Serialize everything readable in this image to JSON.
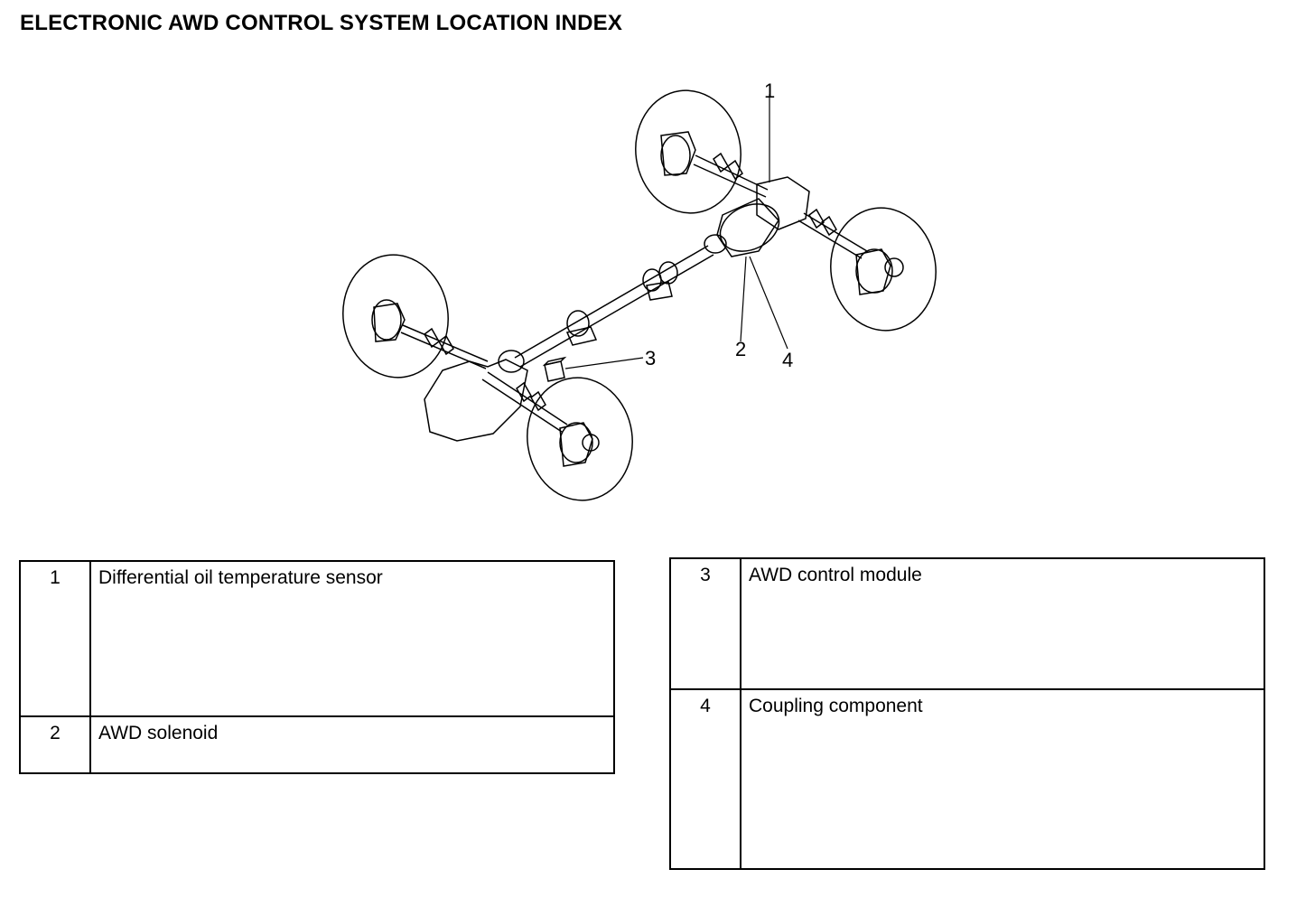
{
  "title": "ELECTRONIC AWD CONTROL SYSTEM LOCATION INDEX",
  "callouts": {
    "c1": "1",
    "c2": "2",
    "c3": "3",
    "c4": "4"
  },
  "left_table": {
    "rows": [
      {
        "num": "1",
        "label": "Differential oil temperature sensor"
      },
      {
        "num": "2",
        "label": "AWD solenoid"
      }
    ]
  },
  "right_table": {
    "rows": [
      {
        "num": "3",
        "label": "AWD control module"
      },
      {
        "num": "4",
        "label": "Coupling component"
      }
    ]
  }
}
